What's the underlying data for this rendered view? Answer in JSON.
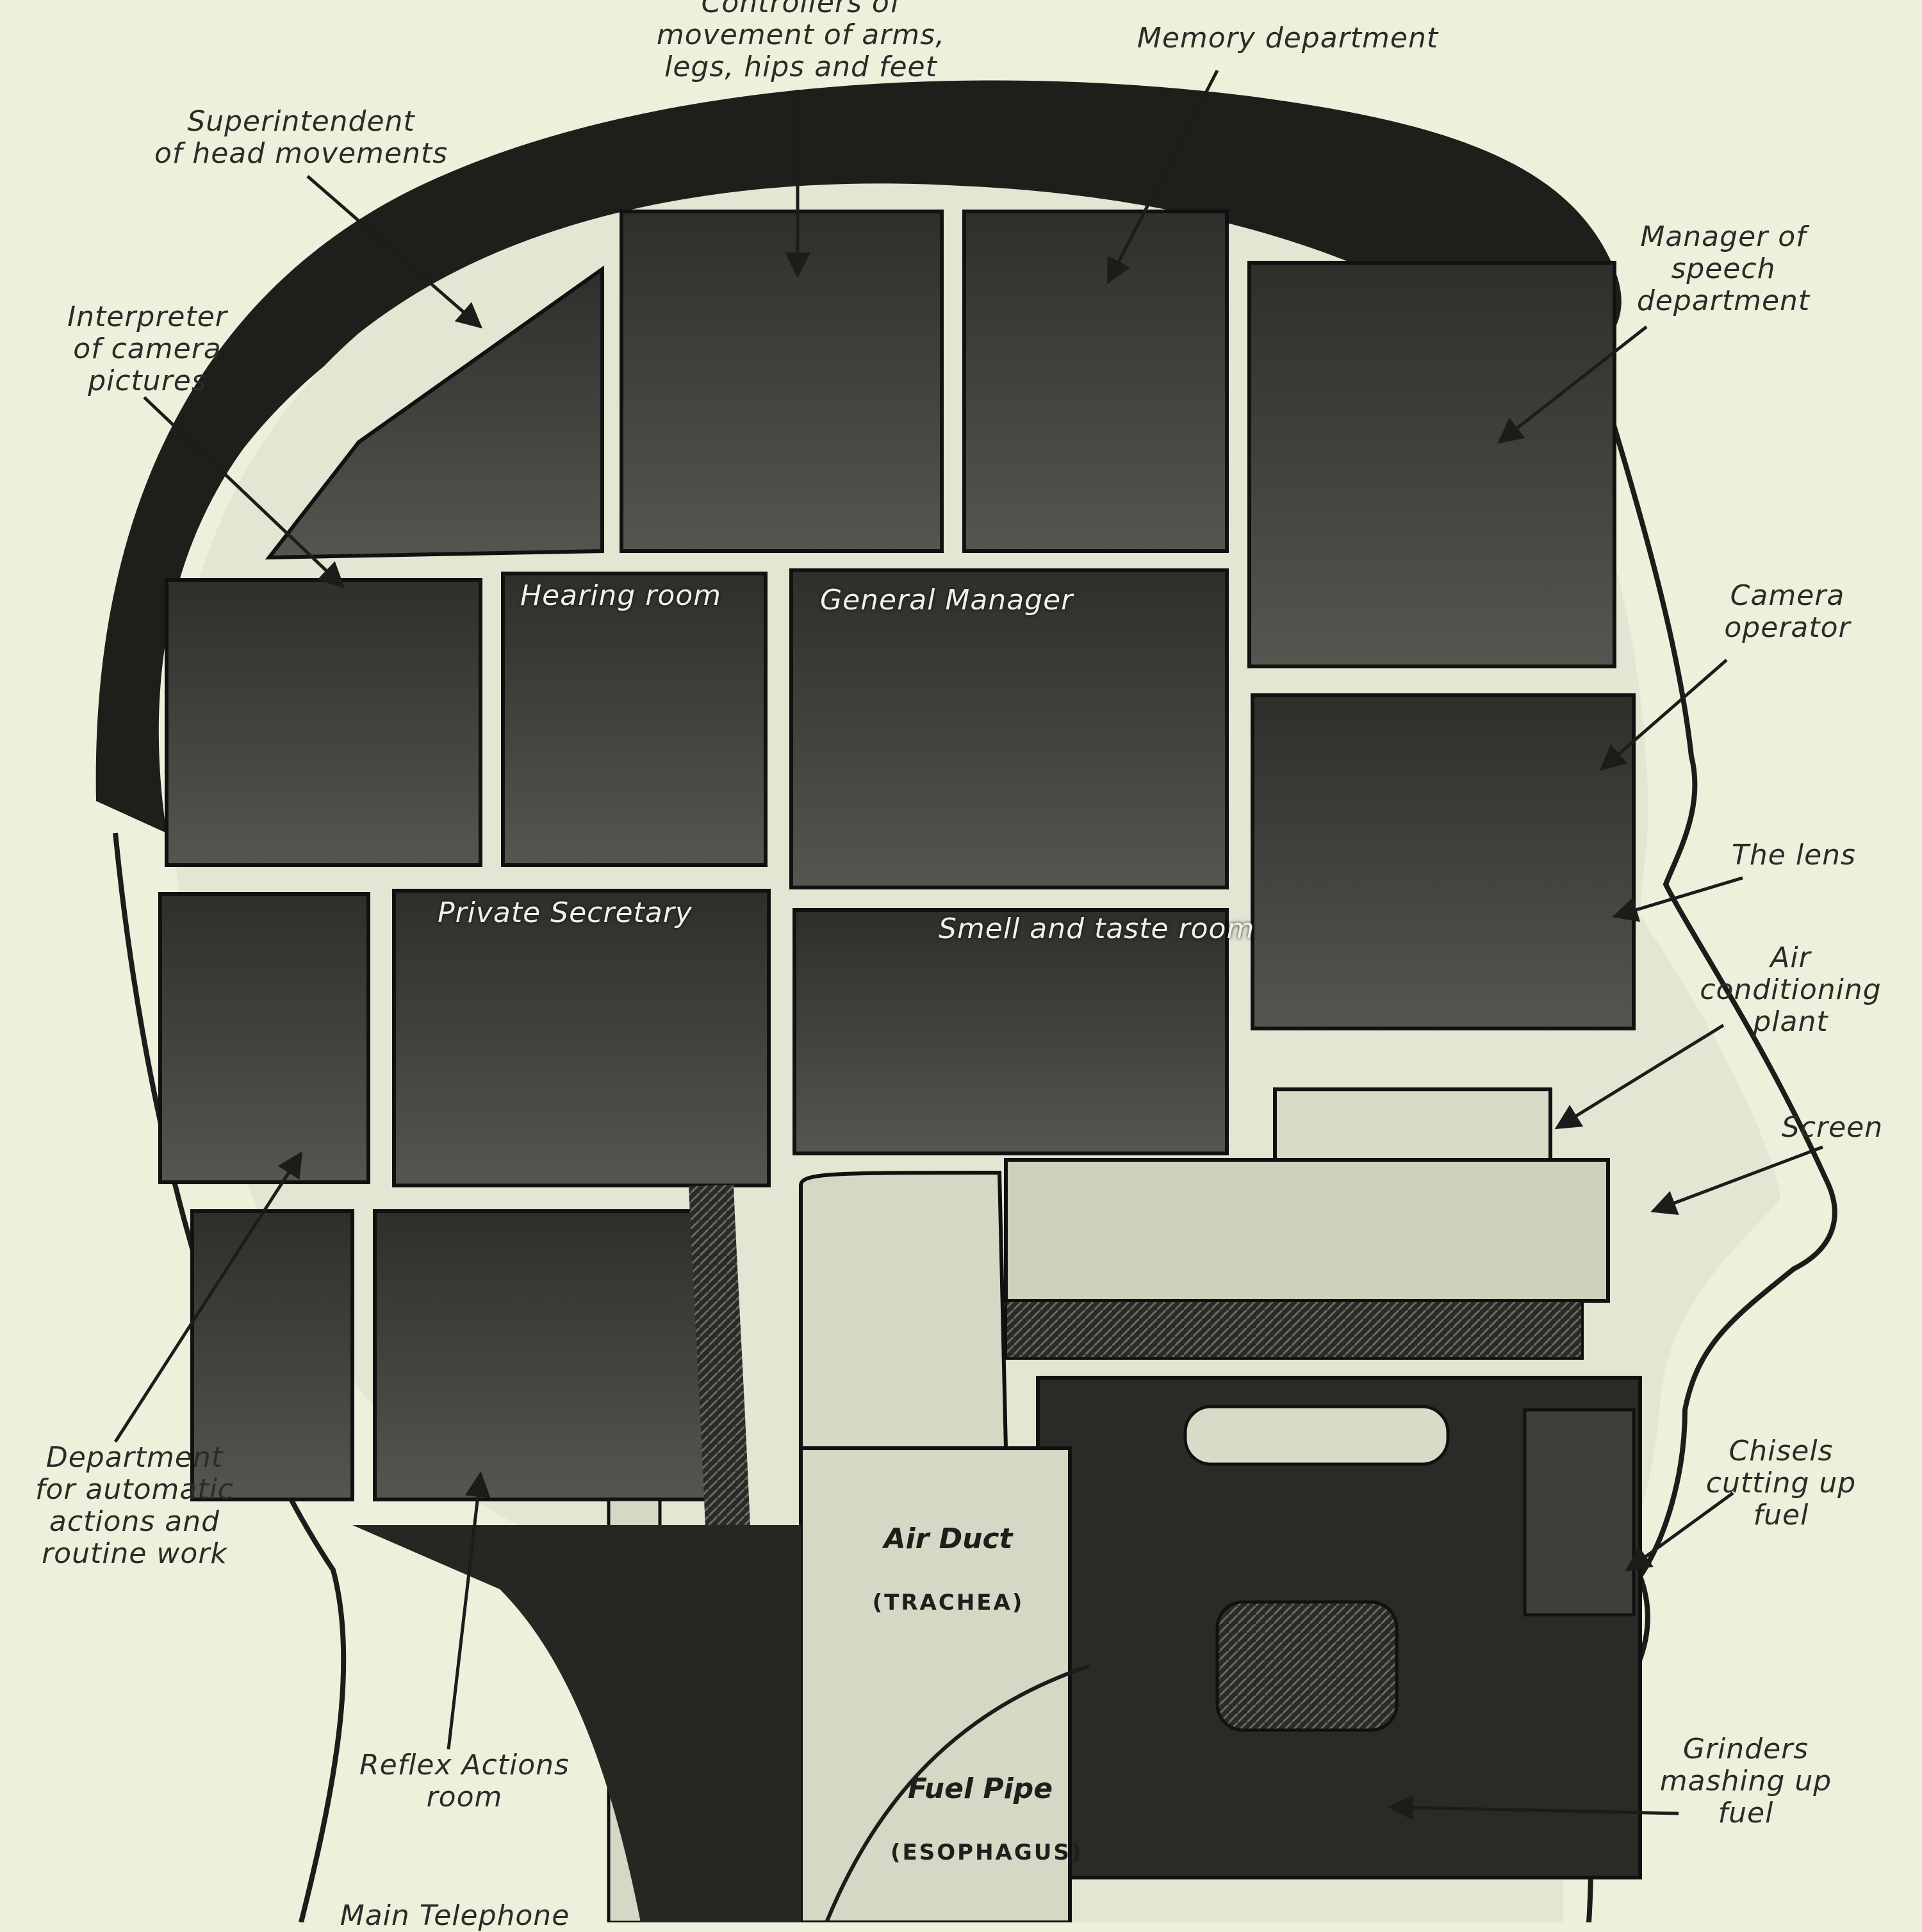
{
  "figure": {
    "subject": "Cutaway illustration of the human head as a building of offices and machinery",
    "colors": {
      "paper": "#eef0dc",
      "ink": "#1c1c1a",
      "room_dark": "#3a3a36",
      "room_light": "#d9dac8",
      "wall": "#e4e5d2"
    }
  },
  "callouts": {
    "controllers": "Controllers of\nmovement of arms,\nlegs, hips and feet",
    "memory": "Memory department",
    "superintendent": "Superintendent\nof head movements",
    "interpreter": "Interpreter\nof camera\npictures",
    "speech_manager": "Manager of\nspeech\ndepartment",
    "camera_operator": "Camera\noperator",
    "lens": "The lens",
    "air_conditioning": "Air\nconditioning\nplant",
    "screen": "Screen",
    "chisels": "Chisels\ncutting up\nfuel",
    "grinders": "Grinders\nmashing up\nfuel",
    "automatic_dept": "Department\nfor automatic\nactions and\nroutine work",
    "reflex": "Reflex Actions\nroom",
    "main_telephone": "Main Telephone"
  },
  "rooms": {
    "hearing": "Hearing room",
    "general_manager": "General Manager",
    "private_secretary": "Private Secretary",
    "smell_taste": "Smell and taste room"
  },
  "ducts": {
    "air_duct": "Air Duct",
    "air_duct_sub": "(TRACHEA)",
    "fuel_pipe": "Fuel Pipe",
    "fuel_pipe_sub": "(ESOPHAGUS)"
  }
}
